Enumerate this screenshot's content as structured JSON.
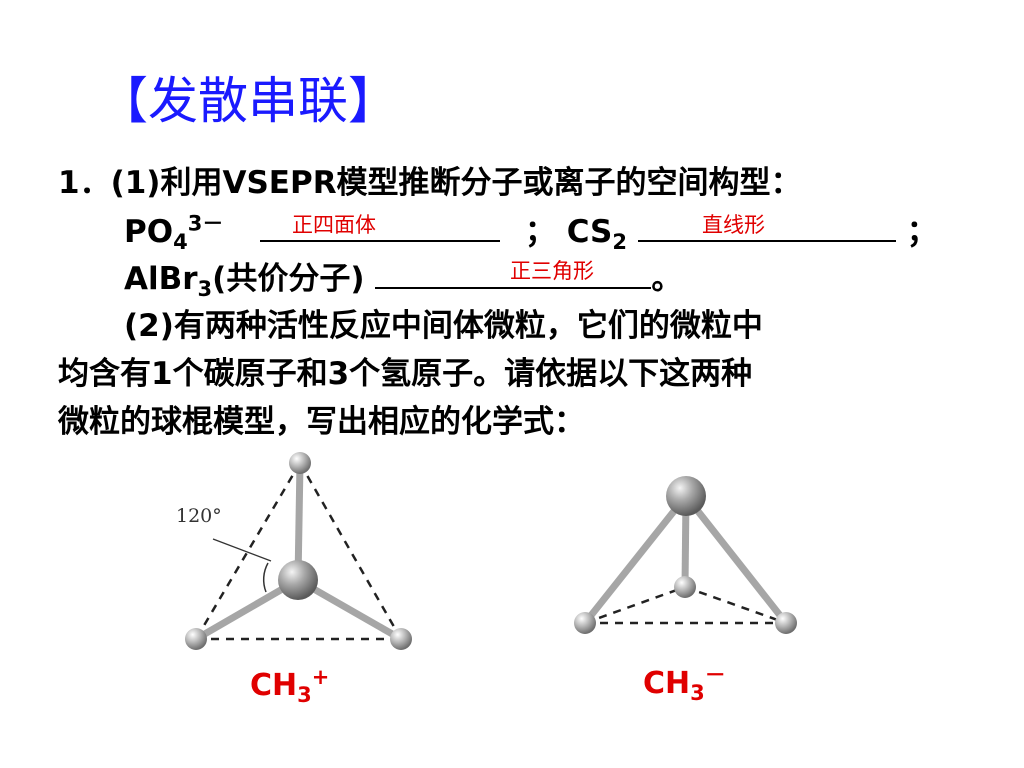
{
  "heading": "【发散串联】",
  "q1": {
    "line1": "1．(1)利用VSEPR模型推断分子或离子的空间构型：",
    "po4_main": "PO",
    "po4_sub": "4",
    "po4_sup": "3－",
    "semicolon1": "；",
    "cs2_main": "CS",
    "cs2_sub": "2",
    "semicolon2": "；",
    "albr3_main": "AlBr",
    "albr3_sub": "3",
    "albr3_tail": "(共价分子)",
    "period": "。",
    "answers": {
      "po4": "正四面体",
      "cs2": "直线形",
      "albr3": "正三角形"
    },
    "part2_line1": "(2)有两种活性反应中间体微粒，它们的微粒中",
    "part2_line2": "均含有1个碳原子和3个氢原子。请依据以下这两种",
    "part2_line3": "微粒的球棍模型，写出相应的化学式："
  },
  "figures": {
    "angle_label": "120°",
    "left_formula_main": "CH",
    "left_formula_sub": "3",
    "left_formula_sup": "+",
    "right_formula_main": "CH",
    "right_formula_sub": "3",
    "right_formula_sup": "－"
  }
}
